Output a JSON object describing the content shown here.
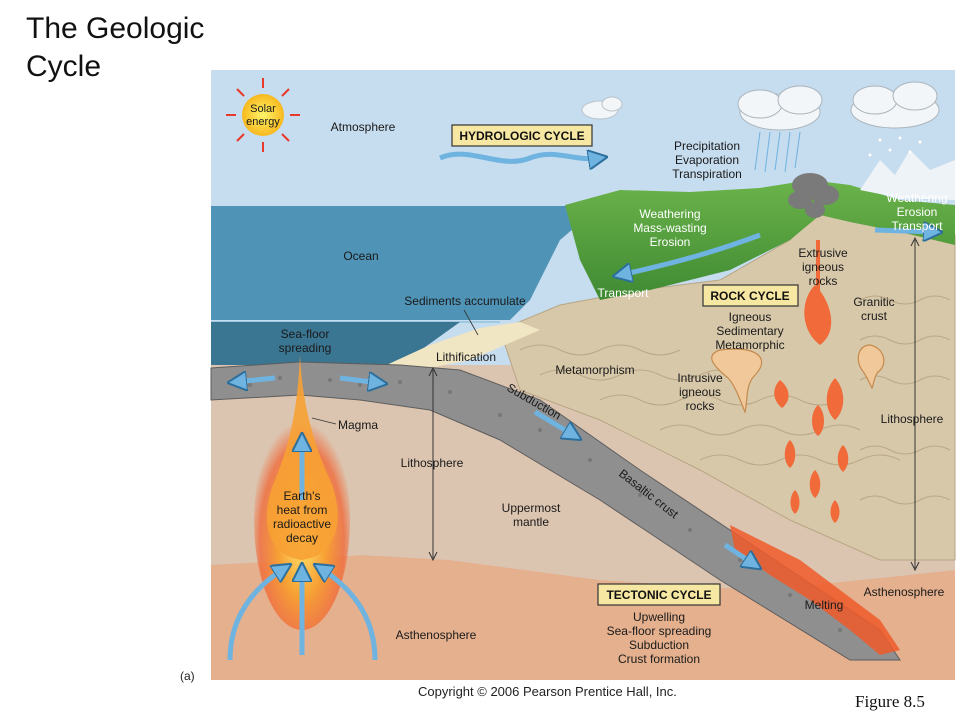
{
  "title": "The Geologic\nCycle",
  "copyright": "Copyright © 2006 Pearson Prentice Hall, Inc.",
  "figure_label": "Figure 8.5",
  "panel_label": "(a)",
  "sun": {
    "label_line1": "Solar",
    "label_line2": "energy"
  },
  "labels": {
    "atmosphere": "Atmosphere",
    "ocean": "Ocean",
    "sediments": "Sediments accumulate",
    "seafloor1": "Sea-floor",
    "seafloor2": "spreading",
    "lithification": "Lithification",
    "magma": "Magma",
    "heat1": "Earth's",
    "heat2": "heat from",
    "heat3": "radioactive",
    "heat4": "decay",
    "lithosphere_left": "Lithosphere",
    "uppermost1": "Uppermost",
    "uppermost2": "mantle",
    "asthenosphere_left": "Asthenosphere",
    "subduction": "Subduction",
    "basaltic": "Basaltic crust",
    "metamorphism": "Metamorphism",
    "intrusive1": "Intrusive",
    "intrusive2": "igneous",
    "intrusive3": "rocks",
    "extrusive1": "Extrusive",
    "extrusive2": "igneous",
    "extrusive3": "rocks",
    "granitic1": "Granitic",
    "granitic2": "crust",
    "lithosphere_right": "Lithosphere",
    "asthenosphere_right": "Asthenosphere",
    "melting": "Melting",
    "transport": "Transport",
    "wme1": "Weathering",
    "wme2": "Mass-wasting",
    "wme3": "Erosion",
    "wet1": "Weathering",
    "wet2": "Erosion",
    "wet3": "Transport",
    "pet1": "Precipitation",
    "pet2": "Evaporation",
    "pet3": "Transpiration"
  },
  "hydrologic": {
    "title": "HYDROLOGIC CYCLE"
  },
  "rock": {
    "title": "ROCK CYCLE",
    "items": [
      "Igneous",
      "Sedimentary",
      "Metamorphic"
    ]
  },
  "tectonic": {
    "title": "TECTONIC CYCLE",
    "items": [
      "Upwelling",
      "Sea-floor spreading",
      "Subduction",
      "Crust formation"
    ]
  },
  "colors": {
    "sky": "#c6dcef",
    "ocean": "#4f93b6",
    "deep_ocean": "#3a7592",
    "mantle": "#dcc5b0",
    "asthenosphere": "#e4b08e",
    "continent": "#d8c8aa",
    "land_green": "#4e9b3c",
    "arrow": "#6fb3e0",
    "magma": "#f05a2a",
    "box": "#f6e7a2"
  }
}
